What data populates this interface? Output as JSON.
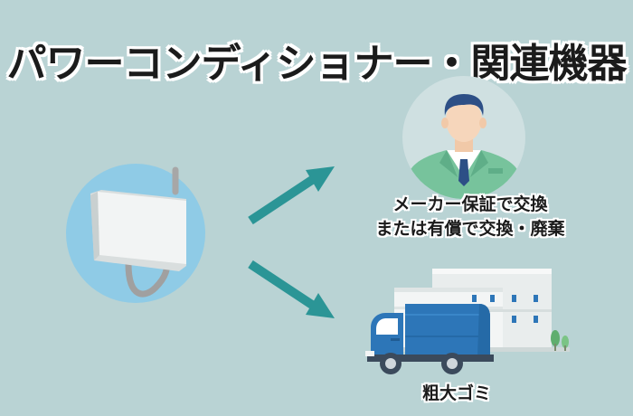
{
  "title": "パワーコンディショナー・関連機器",
  "warranty_label": {
    "line1": "メーカー保証で交換",
    "line2": "または有償で交換・廃棄"
  },
  "trash_label": "粗大ゴミ",
  "colors": {
    "background": "#b9d3d4",
    "arrow": "#2b9596",
    "device_circle": "#8fcbe6",
    "truck_body": "#2d76b8",
    "uniform": "#77c39c"
  }
}
